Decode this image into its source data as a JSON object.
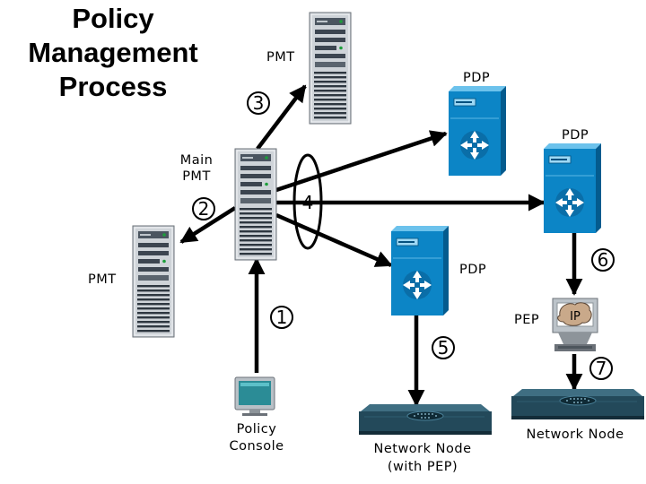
{
  "title": {
    "line1": "Policy",
    "line2": "Management",
    "line3": "Process"
  },
  "labels": {
    "pmt_top": "PMT",
    "pmt_left": "PMT",
    "main_pmt_line1": "Main",
    "main_pmt_line2": "PMT",
    "pdp_top": "PDP",
    "pdp_right": "PDP",
    "pdp_middle": "PDP",
    "pep": "PEP",
    "pep_screen": "IP",
    "policy_console_line1": "Policy",
    "policy_console_line2": "Console",
    "network_node_pep_line1": "Network Node",
    "network_node_pep_line2": "(with PEP)",
    "network_node": "Network Node"
  },
  "steps": {
    "s1": "1",
    "s2": "2",
    "s3": "3",
    "s4": "4",
    "s5": "5",
    "s6": "6",
    "s7": "7"
  },
  "colors": {
    "server_body": "#cfd4d8",
    "server_dark": "#3d4650",
    "pdp_body": "#0c85c6",
    "pdp_light": "#6cc2ec",
    "router_body": "#23495a",
    "arrow": "#000000"
  },
  "icons": {
    "pmt": "server-tower-icon",
    "pdp": "pdp-switch-icon",
    "console": "monitor-icon",
    "pep": "ip-terminal-icon",
    "node": "router-icon"
  }
}
